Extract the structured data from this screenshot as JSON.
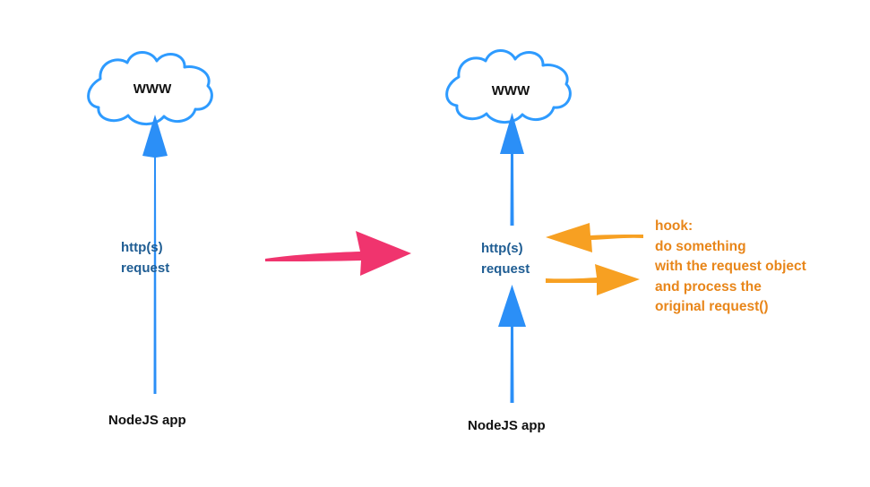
{
  "colors": {
    "cloud_stroke": "#2e9bff",
    "arrow_blue": "#2b8ff7",
    "arrow_pink": "#f0346e",
    "arrow_orange": "#f7a022",
    "request_text": "#1f5d93",
    "hook_text": "#e8861a",
    "black_text": "#111111"
  },
  "left": {
    "cloud_label": "WWW",
    "request_line1": "http(s)",
    "request_line2": "request",
    "app_label": "NodeJS app"
  },
  "right": {
    "cloud_label": "WWW",
    "request_line1": "http(s)",
    "request_line2": "request",
    "app_label": "NodeJS app"
  },
  "hook": {
    "lines": [
      "hook:",
      "do something",
      "with the request object",
      "and process the",
      "original request()"
    ]
  }
}
